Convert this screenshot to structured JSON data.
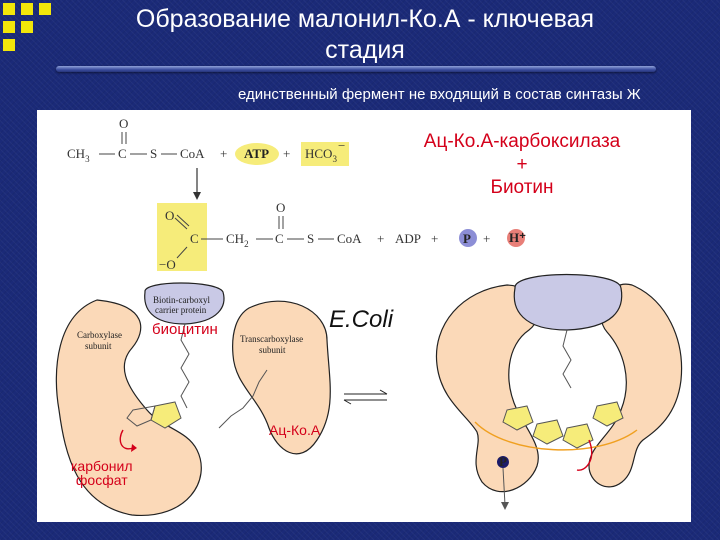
{
  "title_line1": "Образование малонил-Ко.А - ключевая",
  "title_line2": "стадия",
  "subtitle": "единственный фермент не входящий в состав синтазы Ж",
  "enzyme_line1": "Ац-Ко.А-карбоксилаза",
  "enzyme_line2": "+",
  "enzyme_line3": "Биотин",
  "ecoli": "E.Coli",
  "biocytin": "биоцитин",
  "acyl_coa": "Ац-Ко.А",
  "carbonyl_line1": "карбонил",
  "carbonyl_line2": "фосфат",
  "reaction": {
    "ch3": "CH",
    "ch3_sub": "3",
    "c": "C",
    "s": "S",
    "coa": "CoA",
    "plus": "+",
    "atp": "ATP",
    "hco3": "HCO",
    "hco3_sub": "3",
    "hco3_sup": "−",
    "o": "O",
    "o_minus": "−O",
    "ch2": "CH",
    "ch2_sub": "2",
    "adp": "ADP",
    "p": "P",
    "h": "H⁺"
  },
  "diagram": {
    "carboxylase_line1": "Carboxylase",
    "carboxylase_line2": "subunit",
    "bccp_line1": "Biotin-carboxyl",
    "bccp_line2": "carrier protein",
    "transcarboxylase_line1": "Transcarboxylase",
    "transcarboxylase_line2": "subunit",
    "p_label": "P"
  },
  "colors": {
    "background": "#1b2a78",
    "title_text": "#ffffff",
    "logo_squares": "#f2e60a",
    "highlight_yellow": "#f6ec7a",
    "subunit_fill": "#fbd9b8",
    "bccp_fill": "#c9c9e6",
    "red_label": "#d4001a",
    "purple_circle": "#8c8ed6",
    "pink_circle": "#e87f78"
  }
}
